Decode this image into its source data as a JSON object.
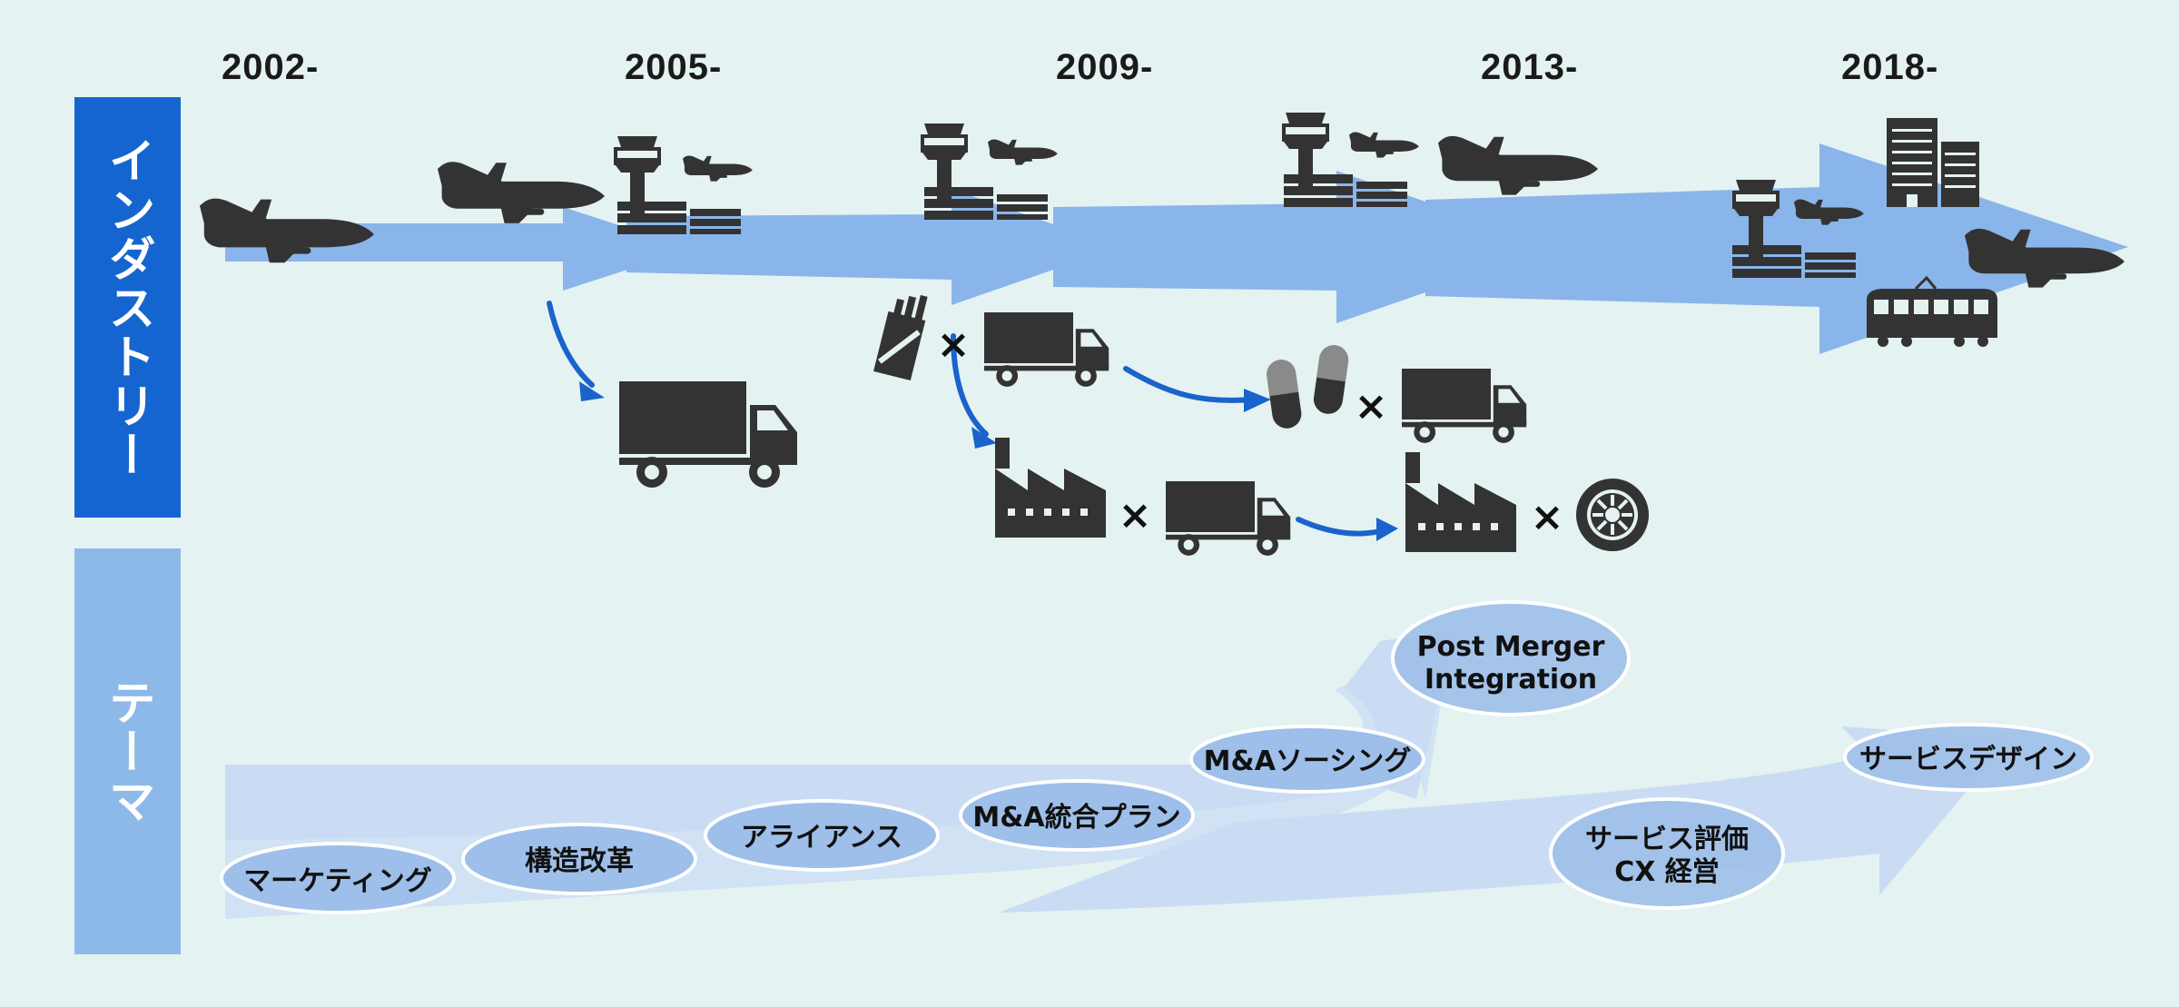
{
  "years": [
    "2002-",
    "2005-",
    "2009-",
    "2013-",
    "2018-"
  ],
  "sidebar": {
    "industry_label": "インダストリー",
    "theme_label": "テーマ"
  },
  "combo_symbol": "×",
  "themes": [
    {
      "id": "marketing",
      "label": "マーケティング"
    },
    {
      "id": "structural-reform",
      "label": "構造改革"
    },
    {
      "id": "alliance",
      "label": "アライアンス"
    },
    {
      "id": "ma-integration-plan",
      "label": "M&A統合プラン"
    },
    {
      "id": "ma-sourcing",
      "label": "M&Aソーシング"
    },
    {
      "id": "pmi",
      "label_lines": [
        "Post Merger",
        "Integration"
      ]
    },
    {
      "id": "service-evaluation",
      "label_lines": [
        "サービス評価",
        "CX 経営"
      ]
    },
    {
      "id": "service-design",
      "label": "サービスデザイン"
    }
  ],
  "icons": {
    "airplane": "airplane-icon",
    "control_tower": "airport-tower-icon",
    "truck": "truck-icon",
    "cigarette_pack": "cigarette-pack-icon",
    "capsule": "capsule-icon",
    "factory": "factory-icon",
    "tire": "tire-icon",
    "buildings": "buildings-icon",
    "train": "train-icon"
  },
  "colors": {
    "background": "#e4f2f1",
    "industry_sidebar": "#1565d0",
    "theme_sidebar": "#8db9e8",
    "industry_arrows": "#8ab5ea",
    "theme_arrows": "#c9dcf4",
    "theme_ellipse": "#9dbfe9",
    "connector_arrows": "#1a63cc",
    "icon_dark": "#333333"
  }
}
